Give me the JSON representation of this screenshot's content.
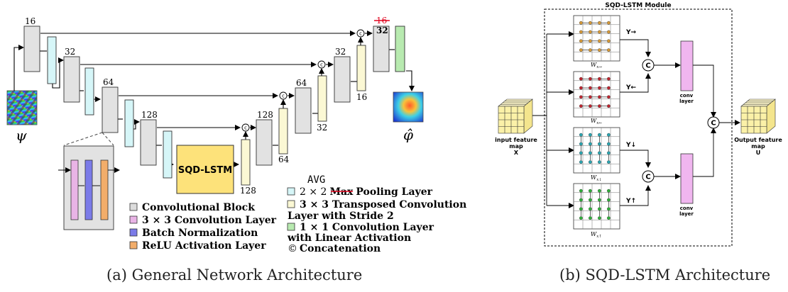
{
  "left": {
    "caption": "(a) General Network Architecture",
    "input_symbol": "ψ",
    "output_symbol": "φ̂",
    "channels": {
      "c16": "16",
      "c32": "32",
      "c64": "64",
      "c128": "128"
    },
    "skip16_struck": "16",
    "skip16_new": "32",
    "sqd_label": "SQD-LSTM",
    "concat_symbol": "c",
    "legend_left": [
      {
        "label": "Convolutional Block",
        "color": "#dcdcdc"
      },
      {
        "label": "3 × 3 Convolution Layer",
        "color": "#e9b4e6"
      },
      {
        "label": "Batch Normalization",
        "color": "#7b7be8"
      },
      {
        "label": "ReLU Activation Layer",
        "color": "#f2ad6a"
      }
    ],
    "legend_right": {
      "avg": "AVG",
      "pool_prefix": "2 × 2",
      "pool_struck": "Max",
      "pool_suffix": "Pooling Layer",
      "tconv_line1": "3 × 3 Transposed Convolution",
      "tconv_line2": "Layer with Stride 2",
      "conv1_line1": "1 × 1 Convolution Layer",
      "conv1_line2": "with Linear Activation",
      "concat_label": "Concatenation",
      "concat_symbol": "©"
    },
    "colors": {
      "pool": "#d6f6f8",
      "tconv": "#fbf8d4",
      "conv1": "#b8eab0",
      "sqd": "#fde27a",
      "block": "#e2e2e2",
      "strike": "#e0001b"
    }
  },
  "right": {
    "caption": "(b) SQD-LSTM Architecture",
    "module_title": "SQD-LSTM Module",
    "input_label": [
      "input feature",
      "map",
      "X"
    ],
    "output_label": [
      "Output feature",
      "map",
      "U"
    ],
    "y_labels": [
      "Y→",
      "Y←",
      "Y↓",
      "Y↑"
    ],
    "w_labels": [
      "W",
      "W",
      "W",
      "W"
    ],
    "w_subs": [
      "x→",
      "x←",
      "x↓",
      "x↑"
    ],
    "conv_label": [
      "conv",
      "layer"
    ],
    "concat_symbol": "C",
    "colors": {
      "conv": "#f0b6ef",
      "cube": "#fbf1a8",
      "dot1": "#d89a36",
      "dot2": "#c0242e",
      "dot3": "#2aa6b2",
      "dot4": "#2fb03a"
    }
  }
}
